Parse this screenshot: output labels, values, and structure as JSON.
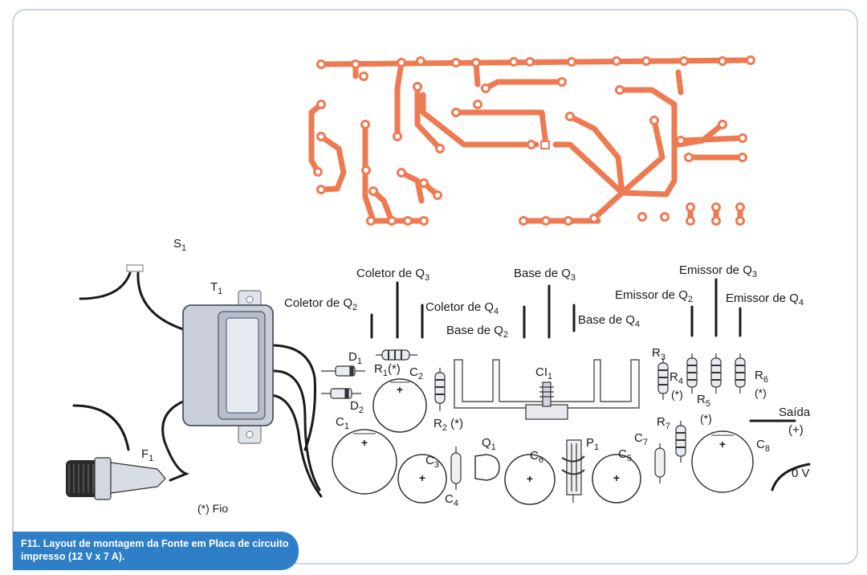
{
  "caption": "F11. Layout de montagem da Fonte em Placa de circuito impresso (12 V x 7 A).",
  "labels": {
    "s1": "S",
    "s1_sub": "1",
    "t1": "T",
    "t1_sub": "1",
    "f1": "F",
    "f1_sub": "1",
    "fio": "(*) Fio",
    "coletor_q3": "Coletor de Q",
    "coletor_q3_sub": "3",
    "coletor_q2": "Coletor de Q",
    "coletor_q2_sub": "2",
    "coletor_q4": "Coletor de Q",
    "coletor_q4_sub": "4",
    "base_q3": "Base de Q",
    "base_q3_sub": "3",
    "base_q2": "Base de Q",
    "base_q2_sub": "2",
    "base_q4": "Base de Q",
    "base_q4_sub": "4",
    "emissor_q3": "Emissor de Q",
    "emissor_q3_sub": "3",
    "emissor_q2": "Emissor de Q",
    "emissor_q2_sub": "2",
    "emissor_q4": "Emissor de Q",
    "emissor_q4_sub": "4",
    "d1": "D",
    "d1_sub": "1",
    "d2": "D",
    "d2_sub": "2",
    "r1": "R",
    "r1_sub": "1",
    "r1_note": "(*)",
    "c2": "C",
    "c2_sub": "2",
    "c1": "C",
    "c1_sub": "1",
    "r2": "R",
    "r2_sub": "2",
    "r2_note": "(*)",
    "ci1": "CI",
    "ci1_sub": "1",
    "q1": "Q",
    "q1_sub": "1",
    "c3": "C",
    "c3_sub": "3",
    "c4": "C",
    "c4_sub": "4",
    "c6": "C",
    "c6_sub": "6",
    "p1": "P",
    "p1_sub": "1",
    "c7": "C",
    "c7_sub": "7",
    "c5": "C",
    "c5_sub": "5",
    "r3": "R",
    "r3_sub": "3",
    "r4": "R",
    "r4_sub": "4",
    "r4_note": "(*)",
    "r5": "R",
    "r5_sub": "5",
    "r5_note": "(*)",
    "r6": "R",
    "r6_sub": "6",
    "r6_note": "(*)",
    "r7": "R",
    "r7_sub": "7",
    "c8": "C",
    "c8_sub": "8",
    "saida": "Saída",
    "saida_plus": "(+)",
    "zero_v": "0 V",
    "plus_sign": "+"
  },
  "colors": {
    "trace": "#ee7a52",
    "caption_bg": "#2f7fc8",
    "ink": "#1a1a1a",
    "transformer": "#c9ced8"
  }
}
